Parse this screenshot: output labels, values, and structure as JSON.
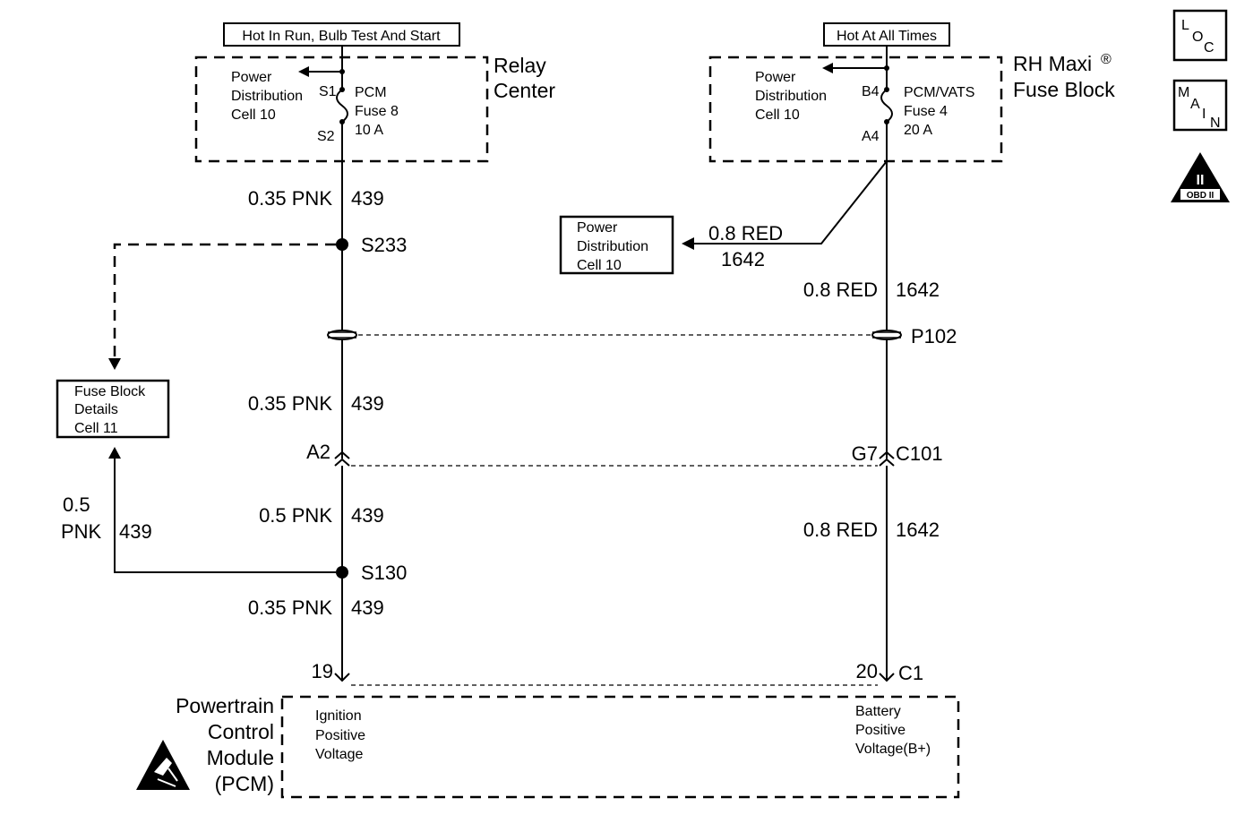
{
  "headers": {
    "left_supply": "Hot In Run, Bulb Test And Start",
    "right_supply": "Hot At All Times"
  },
  "relay_center": {
    "title_line1": "Relay",
    "title_line2": "Center",
    "power_dist_line1": "Power",
    "power_dist_line2": "Distribution",
    "power_dist_line3": "Cell 10",
    "pin_top": "S1",
    "pin_bottom": "S2",
    "fuse_line1": "PCM",
    "fuse_line2": "Fuse 8",
    "fuse_line3": "10 A"
  },
  "maxi_fuse_block": {
    "title_line1": "RH Maxi",
    "registered_mark": "®",
    "title_line2": "Fuse Block",
    "power_dist_line1": "Power",
    "power_dist_line2": "Distribution",
    "power_dist_line3": "Cell 10",
    "pin_top": "B4",
    "pin_bottom": "A4",
    "fuse_line1": "PCM/VATS",
    "fuse_line2": "Fuse 4",
    "fuse_line3": "20 A"
  },
  "left_wires": {
    "w1_gauge": "0.35 PNK",
    "w1_circuit": "439",
    "w2_gauge": "0.35 PNK",
    "w2_circuit": "439",
    "w3_gauge": "0.5 PNK",
    "w3_circuit": "439",
    "w4_gauge": "0.35 PNK",
    "w4_circuit": "439",
    "branch_gauge_line1": "0.5",
    "branch_gauge_line2": "PNK",
    "branch_circuit": "439"
  },
  "right_wires": {
    "w1_gauge": "0.8 RED",
    "w1_circuit": "1642",
    "w2_gauge": "0.8 RED",
    "w2_circuit": "1642",
    "branch_gauge": "0.8 RED",
    "branch_circuit": "1642"
  },
  "splices": {
    "upper": "S233",
    "lower": "S130"
  },
  "connectors": {
    "inline_p": "P102",
    "c101_left_pin": "A2",
    "c101_right_pin": "G7",
    "c101_name": "C101",
    "pcm_left_pin": "19",
    "pcm_right_pin": "20",
    "pcm_connector": "C1"
  },
  "ref_boxes": {
    "power_dist_line1": "Power",
    "power_dist_line2": "Distribution",
    "power_dist_line3": "Cell 10",
    "fuse_block_line1": "Fuse Block",
    "fuse_block_line2": "Details",
    "fuse_block_line3": "Cell 11"
  },
  "pcm": {
    "title_line1": "Powertrain",
    "title_line2": "Control",
    "title_line3": "Module",
    "title_line4": "(PCM)",
    "ign_line1": "Ignition",
    "ign_line2": "Positive",
    "ign_line3": "Voltage",
    "bat_line1": "Battery",
    "bat_line2": "Positive",
    "bat_line3": "Voltage(B+)"
  },
  "side_icons": {
    "loc_l": "L",
    "loc_o": "O",
    "loc_c": "C",
    "main_m": "M",
    "main_a": "A",
    "main_i": "I",
    "main_n": "N",
    "obd_numeral": "II",
    "obd_label": "OBD II"
  },
  "icons": [
    "loc-icon",
    "main-icon",
    "obd-ii-icon",
    "esd-warning-icon"
  ]
}
